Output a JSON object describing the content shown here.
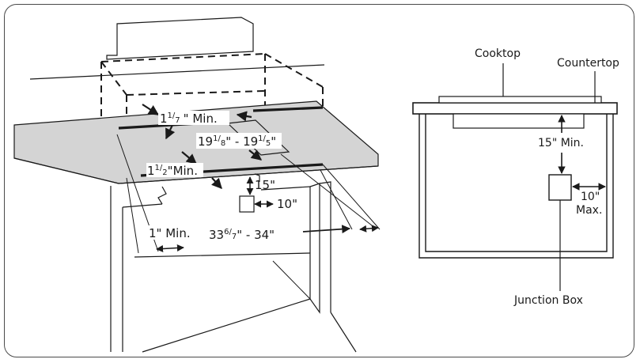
{
  "left_view": {
    "dims": {
      "rear_gap_a": "1",
      "rear_gap_b": "1",
      "rear_gap_c": "7",
      "rear_gap_d": "\" Min.",
      "cutout_depth_a": "19",
      "cutout_depth_b": "1",
      "cutout_depth_c": "8",
      "cutout_depth_d": "\" - 19",
      "cutout_depth_e": "1",
      "cutout_depth_f": "5",
      "cutout_depth_g": "\"",
      "front_gap_a": "1",
      "front_gap_b": "1",
      "front_gap_c": "2",
      "front_gap_d": "\"Min.",
      "jbox_vertical": "15\"",
      "jbox_horizontal": "10\"",
      "side_clearance": "1\" Min.",
      "cutout_width_a": "33",
      "cutout_width_b": "6",
      "cutout_width_c": "7",
      "cutout_width_d": "\" - 34\""
    }
  },
  "right_view": {
    "labels": {
      "cooktop": "Cooktop",
      "countertop": "Countertop",
      "junction_box": "Junction Box",
      "min_height": "15\" Min.",
      "max_offset_value": "10\"",
      "max_offset_unit": "Max."
    }
  }
}
